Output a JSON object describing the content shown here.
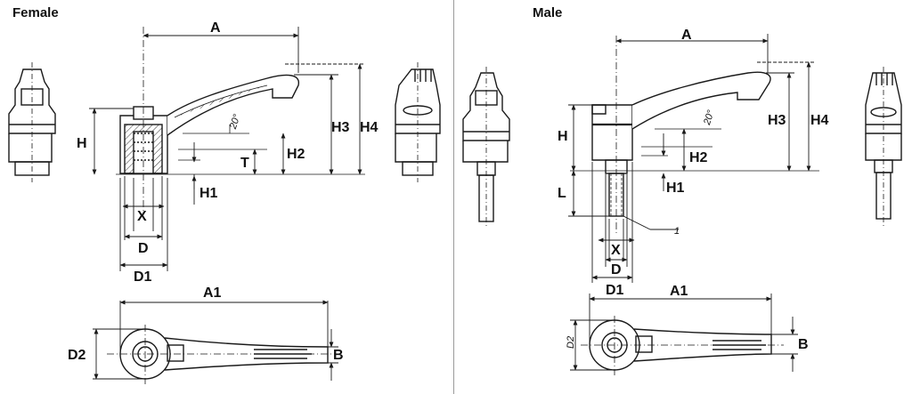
{
  "panels": {
    "female": {
      "title": "Female",
      "dims": {
        "A": "A",
        "H": "H",
        "H1": "H1",
        "H2": "H2",
        "H3": "H3",
        "H4": "H4",
        "T": "T",
        "X": "X",
        "D": "D",
        "D1": "D1",
        "A1": "A1",
        "D2": "D2",
        "B": "B",
        "angle": "20°"
      }
    },
    "male": {
      "title": "Male",
      "dims": {
        "A": "A",
        "H": "H",
        "H1": "H1",
        "H2": "H2",
        "H3": "H3",
        "H4": "H4",
        "L": "L",
        "X": "X",
        "D": "D",
        "D1": "D1",
        "A1": "A1",
        "D2": "D2",
        "B": "B",
        "angle": "20°",
        "callout": "1"
      }
    }
  },
  "colors": {
    "line": "#1a1a1a",
    "thread": "#555555",
    "hatch": "#333333"
  }
}
